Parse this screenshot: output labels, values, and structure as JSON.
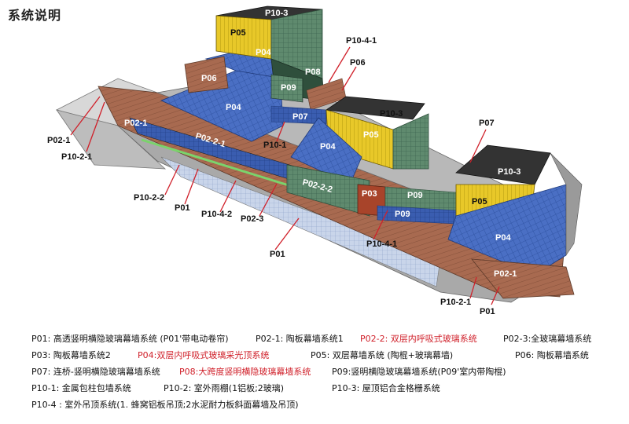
{
  "title": "系统说明",
  "diagram": {
    "callouts": [
      {
        "id": "c-p02-1-left",
        "text": "P02-1"
      },
      {
        "id": "c-p10-2-1-left",
        "text": "P10-2-1"
      },
      {
        "id": "c-p10-2-2",
        "text": "P10-2-2"
      },
      {
        "id": "c-p01-a",
        "text": "P01"
      },
      {
        "id": "c-p10-4-2",
        "text": "P10-4-2"
      },
      {
        "id": "c-p02-3",
        "text": "P02-3"
      },
      {
        "id": "c-p01-b",
        "text": "P01"
      },
      {
        "id": "c-p10-1",
        "text": "P10-1"
      },
      {
        "id": "c-p10-4-1-top",
        "text": "P10-4-1"
      },
      {
        "id": "c-p06-top",
        "text": "P06"
      },
      {
        "id": "c-p07-right",
        "text": "P07"
      },
      {
        "id": "c-p10-4-1-mid",
        "text": "P10-4-1"
      },
      {
        "id": "c-p10-2-1-right",
        "text": "P10-2-1"
      },
      {
        "id": "c-p01-right",
        "text": "P01"
      }
    ],
    "surface_labels": [
      {
        "id": "s-p10-3-top",
        "text": "P10-3"
      },
      {
        "id": "s-p05-top",
        "text": "P05"
      },
      {
        "id": "s-p04-top",
        "text": "P04"
      },
      {
        "id": "s-p06-top",
        "text": "P06"
      },
      {
        "id": "s-p08",
        "text": "P08"
      },
      {
        "id": "s-p09-top",
        "text": "P09"
      },
      {
        "id": "s-p04-main",
        "text": "P04"
      },
      {
        "id": "s-p07",
        "text": "P07"
      },
      {
        "id": "s-p02-1",
        "text": "P02-1"
      },
      {
        "id": "s-p02-2-1",
        "text": "P02-2-1"
      },
      {
        "id": "s-p10-3-mid",
        "text": "P10-3"
      },
      {
        "id": "s-p05-mid",
        "text": "P05"
      },
      {
        "id": "s-p04-mid",
        "text": "P04"
      },
      {
        "id": "s-p02-2-2",
        "text": "P02-2-2"
      },
      {
        "id": "s-p03",
        "text": "P03"
      },
      {
        "id": "s-p09-mid",
        "text": "P09"
      },
      {
        "id": "s-p09-low",
        "text": "P09"
      },
      {
        "id": "s-p10-3-right",
        "text": "P10-3"
      },
      {
        "id": "s-p05-right",
        "text": "P05"
      },
      {
        "id": "s-p04-right",
        "text": "P04"
      },
      {
        "id": "s-p02-1-right",
        "text": "P02-1"
      }
    ]
  },
  "legend": {
    "rows": [
      [
        {
          "text": "P01: 高透竖明横隐玻璃幕墙系统 (P01'带电动卷帘)",
          "highlight": false
        },
        {
          "text": "P02-1:  陶板幕墙系统1",
          "highlight": false
        },
        {
          "text": "P02-2:  双层内呼吸式玻璃系统",
          "highlight": true
        },
        {
          "text": "P02-3:全玻璃幕墙系统",
          "highlight": false
        }
      ],
      [
        {
          "text": "P03:  陶板幕墙系统2",
          "highlight": false
        },
        {
          "text": "P04:双层内呼吸式玻璃采光顶系统",
          "highlight": true
        },
        {
          "text": "P05:  双层幕墙系统 (陶棍+玻璃幕墙)",
          "highlight": false
        },
        {
          "text": "P06: 陶板幕墙系统",
          "highlight": false
        }
      ],
      [
        {
          "text": "P07:  连桥-竖明横隐玻璃幕墙系统",
          "highlight": false
        },
        {
          "text": "P08:大跨度竖明横隐玻璃幕墙系统",
          "highlight": true
        },
        {
          "text": "P09:竖明横隐玻璃幕墙系统(P09'室内带陶棍)",
          "highlight": false
        }
      ],
      [
        {
          "text": "P10-1:  金属包柱包墙系统",
          "highlight": false
        },
        {
          "text": "P10-2:  室外雨棚(1铝板;2玻璃)",
          "highlight": false
        },
        {
          "text": "P10-3:  屋顶铝合金格栅系统",
          "highlight": false
        }
      ],
      [
        {
          "text": "P10-4 : 室外吊顶系统(1. 蜂窝铝板吊顶;2水泥耐力板斜面幕墙及吊顶)",
          "highlight": false
        }
      ]
    ]
  },
  "colors": {
    "callout_line": "#d0202a",
    "highlight_text": "#d0202a",
    "blue_glass": "#4a6fc4",
    "yellow_grille": "#e8c829",
    "terracotta": "#a86a50",
    "green_glass": "#5f8a6e",
    "dark_slab": "#333333",
    "gray_concrete": "#a9a9a9",
    "light_underside": "#c8d4e6"
  }
}
